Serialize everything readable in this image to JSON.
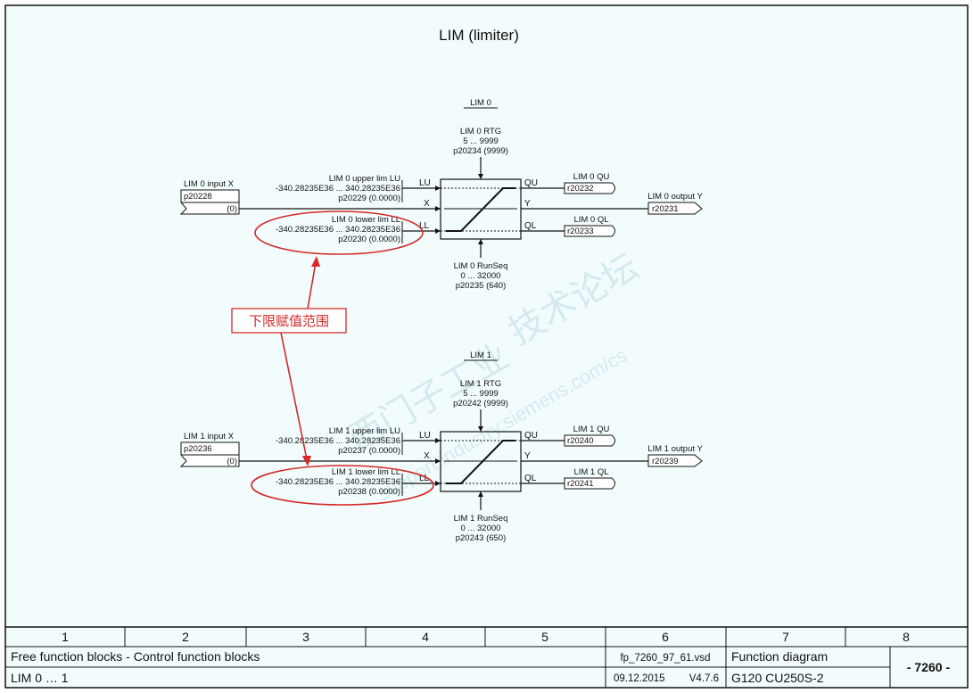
{
  "page_title": "LIM (limiter)",
  "blocks": [
    {
      "id": "lim0",
      "title": "LIM 0",
      "rtg": {
        "name": "LIM 0 RTG",
        "range": "5 ... 9999",
        "param": "p20234 (9999)"
      },
      "runseq": {
        "name": "LIM 0 RunSeq",
        "range": "0 ... 32000",
        "param": "p20235 (640)"
      },
      "input_x": {
        "name": "LIM 0 input X",
        "param": "p20228",
        "default": "(0)"
      },
      "upper": {
        "name": "LIM 0 upper lim LU",
        "range": "-340.28235E36 ... 340.28235E36",
        "param": "p20229 (0.0000)"
      },
      "lower": {
        "name": "LIM 0 lower lim LL",
        "range": "-340.28235E36 ... 340.28235E36",
        "param": "p20230 (0.0000)"
      },
      "pins": {
        "lu": "LU",
        "x": "X",
        "ll": "LL",
        "qu": "QU",
        "y": "Y",
        "ql": "QL"
      },
      "out_qu": {
        "name": "LIM 0 QU",
        "param": "r20232"
      },
      "out_y": {
        "name": "LIM 0 output Y",
        "param": "r20231"
      },
      "out_ql": {
        "name": "LIM 0 QL",
        "param": "r20233"
      }
    },
    {
      "id": "lim1",
      "title": "LIM 1",
      "rtg": {
        "name": "LIM 1 RTG",
        "range": "5 ... 9999",
        "param": "p20242 (9999)"
      },
      "runseq": {
        "name": "LIM 1 RunSeq",
        "range": "0 ... 32000",
        "param": "p20243 (650)"
      },
      "input_x": {
        "name": "LIM 1 input X",
        "param": "p20236",
        "default": "(0)"
      },
      "upper": {
        "name": "LIM 1 upper lim LU",
        "range": "-340.28235E36 ... 340.28235E36",
        "param": "p20237 (0.0000)"
      },
      "lower": {
        "name": "LIM 1 lower lim LL",
        "range": "-340.28235E36 ... 340.28235E36",
        "param": "p20238 (0.0000)"
      },
      "pins": {
        "lu": "LU",
        "x": "X",
        "ll": "LL",
        "qu": "QU",
        "y": "Y",
        "ql": "QL"
      },
      "out_qu": {
        "name": "LIM 1 QU",
        "param": "r20240"
      },
      "out_y": {
        "name": "LIM 1 output Y",
        "param": "r20239"
      },
      "out_ql": {
        "name": "LIM 1 QL",
        "param": "r20241"
      }
    }
  ],
  "annotation": {
    "label": "下限赋值范围",
    "color": "#d42a2a"
  },
  "watermark": {
    "lines": [
      "技术论坛",
      "西门子工业",
      "support.industry.siemens.com/cs"
    ]
  },
  "columns": [
    "1",
    "2",
    "3",
    "4",
    "5",
    "6",
    "7",
    "8"
  ],
  "title_block": {
    "row1_left": "Free function blocks - Control function blocks",
    "row2_left": "LIM 0 … 1",
    "file": "fp_7260_97_61.vsd",
    "date": "09.12.2015",
    "version": "V4.7.6",
    "type": "Function diagram",
    "device": "G120 CU250S-2",
    "sheet": "- 7260 -"
  },
  "colors": {
    "background": "#f2fcfd",
    "line": "#111111",
    "annotation": "#d42a2a"
  }
}
